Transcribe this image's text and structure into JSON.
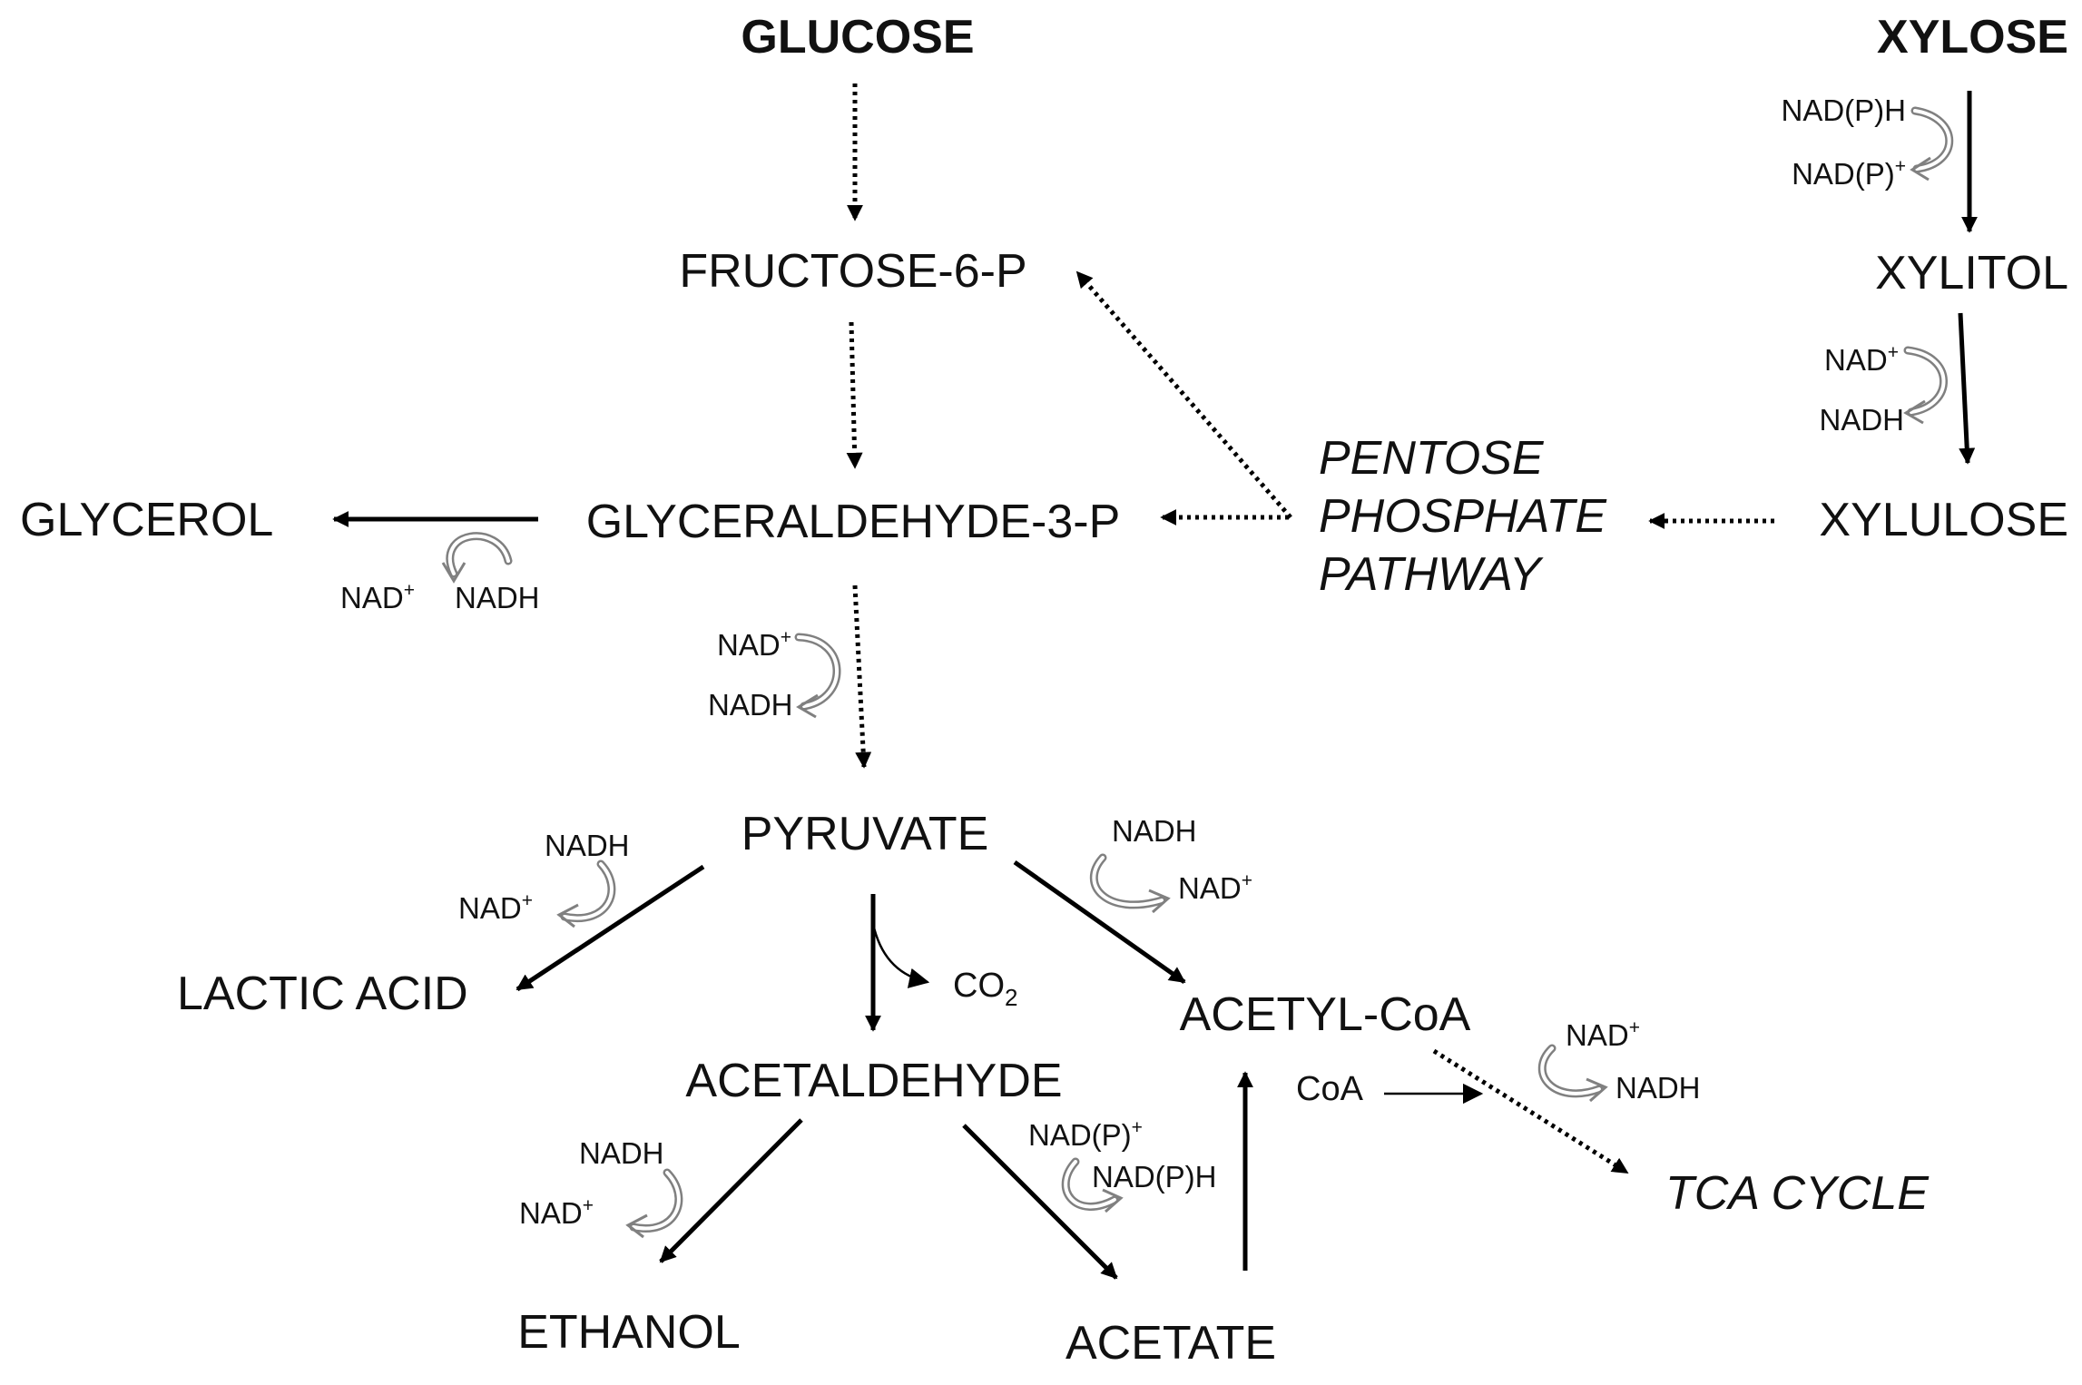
{
  "nodes": {
    "glucose": "GLUCOSE",
    "xylose": "XYLOSE",
    "fructose6p": "FRUCTOSE-6-P",
    "xylitol": "XYLITOL",
    "glycerol": "GLYCEROL",
    "glyceraldehyde3p": "GLYCERALDEHYDE-3-P",
    "ppp_line1": "PENTOSE",
    "ppp_line2": "PHOSPHATE",
    "ppp_line3": "PATHWAY",
    "xylulose": "XYLULOSE",
    "pyruvate": "PYRUVATE",
    "lactic_acid": "LACTIC ACID",
    "acetaldehyde": "ACETALDEHYDE",
    "acetyl_coa": "ACETYL-CoA",
    "ethanol": "ETHANOL",
    "acetate": "ACETATE",
    "tca_cycle": "TCA CYCLE"
  },
  "cofactors": {
    "nadph": "NAD(P)H",
    "nadp": "NAD(P)",
    "nad": "NAD",
    "nadh": "NADH",
    "coa": "CoA",
    "co": "CO",
    "plus": "+",
    "two": "2"
  }
}
